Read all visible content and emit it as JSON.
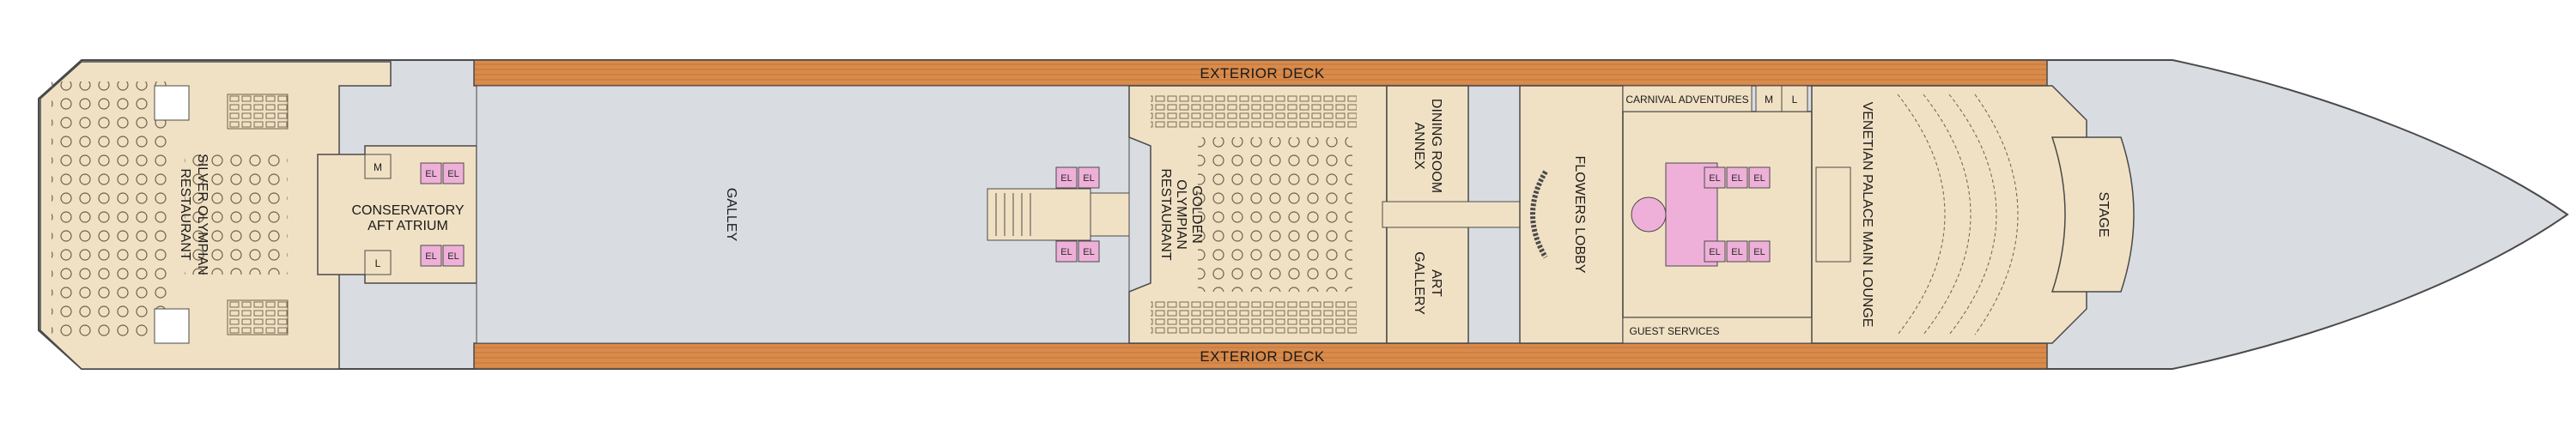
{
  "deck_plan": {
    "labels": {
      "exterior_deck_top": "EXTERIOR DECK",
      "exterior_deck_bottom": "EXTERIOR DECK",
      "galley": "GALLEY",
      "conservatory_line1": "CONSERVATORY",
      "conservatory_line2": "AFT ATRIUM",
      "silver_line1": "SILVER OLYMPIAN",
      "silver_line2": "RESTAURANT",
      "golden_line1": "GOLDEN",
      "golden_line2": "OLYMPIAN",
      "golden_line3": "RESTAURANT",
      "dining_annex_line1": "DINING ROOM",
      "dining_annex_line2": "ANNEX",
      "art_gallery_line1": "ART",
      "art_gallery_line2": "GALLERY",
      "flowers_lobby": "FLOWERS LOBBY",
      "carnival_adventures": "CARNIVAL ADVENTURES",
      "guest_services": "GUEST SERVICES",
      "venetian_palace": "VENETIAN PALACE MAIN LOUNGE",
      "stage": "STAGE",
      "elevator": "EL",
      "mens_restroom": "M",
      "ladies_restroom": "L"
    },
    "colors": {
      "hull_gray": "#d9dce1",
      "public_area_tan": "#f1e1c4",
      "exterior_deck_orange": "#d98b4c",
      "elevator_pink": "#eeb0d8",
      "outline": "#4a4a4a"
    }
  }
}
